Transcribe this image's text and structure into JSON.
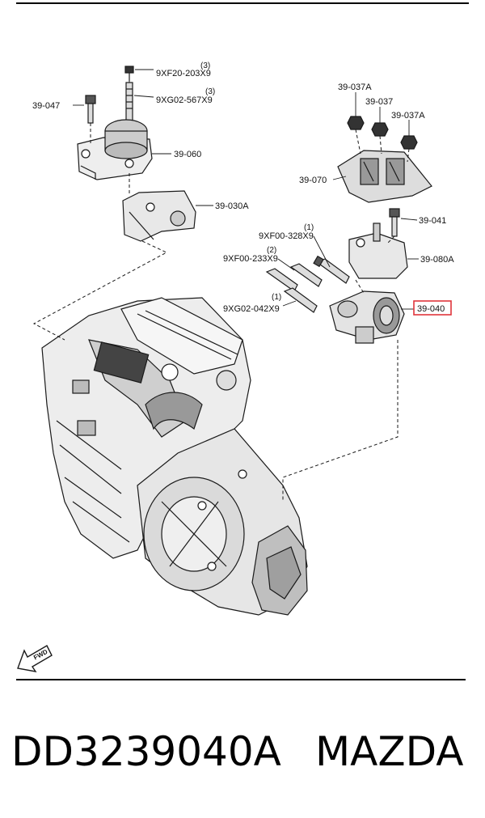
{
  "callouts": {
    "bolt_top": "9XF20-203X9",
    "bolt_top_qty": "(3)",
    "stud_top": "9XG02-567X9",
    "stud_top_qty": "(3)",
    "left_bolt": "39-047",
    "mount_left": "39-060",
    "bracket_left": "39-030A",
    "nut_a1": "39-037A",
    "nut_mid": "39-037",
    "nut_a2": "39-037A",
    "mount_right": "39-070",
    "bolt_right": "39-041",
    "bracket_right": "39-080A",
    "bolt_r1": "9XF00-328X9",
    "bolt_r1_qty": "(1)",
    "bolt_r2": "9XF00-233X9",
    "bolt_r2_qty": "(2)",
    "bolt_r3": "9XG02-042X9",
    "bolt_r3_qty": "(1)",
    "highlight": "39-040",
    "fwd": "FWD"
  },
  "colors": {
    "highlight": "#e0353b",
    "line": "#1a1a1a"
  },
  "caption": {
    "part_number": "DD3239040A",
    "brand": "MAZDA"
  }
}
